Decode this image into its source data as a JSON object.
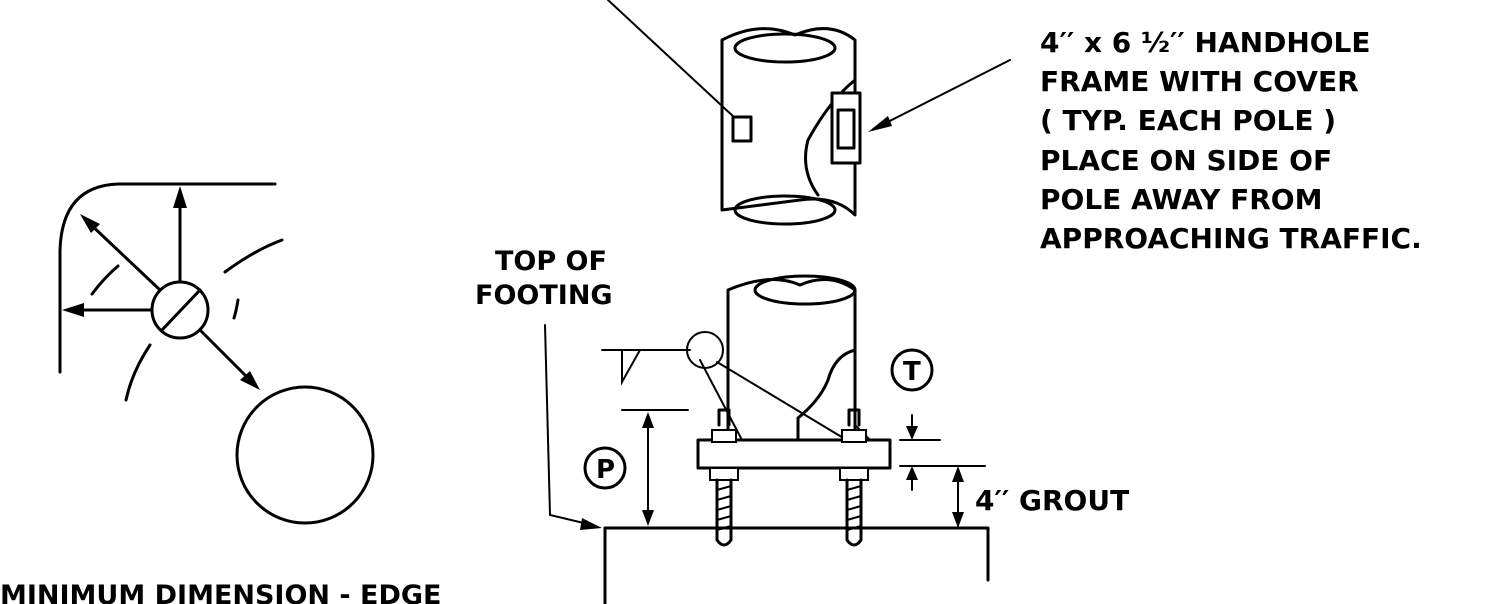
{
  "labels": {
    "handhole_line1": "4′′ x 6 ½′′ HANDHOLE",
    "handhole_line2": "FRAME WITH COVER",
    "handhole_line3": "( TYP. EACH POLE )",
    "handhole_line4": "PLACE ON SIDE OF",
    "handhole_line5": "POLE AWAY FROM",
    "handhole_line6": "APPROACHING TRAFFIC.",
    "top_of_footing_1": "TOP  OF",
    "top_of_footing_2": "FOOTING",
    "grout": "4′′ GROUT",
    "callout_t": "T",
    "callout_p": "P",
    "min_dimension": "MINIMUM  DIMENSION  -  EDGE"
  }
}
